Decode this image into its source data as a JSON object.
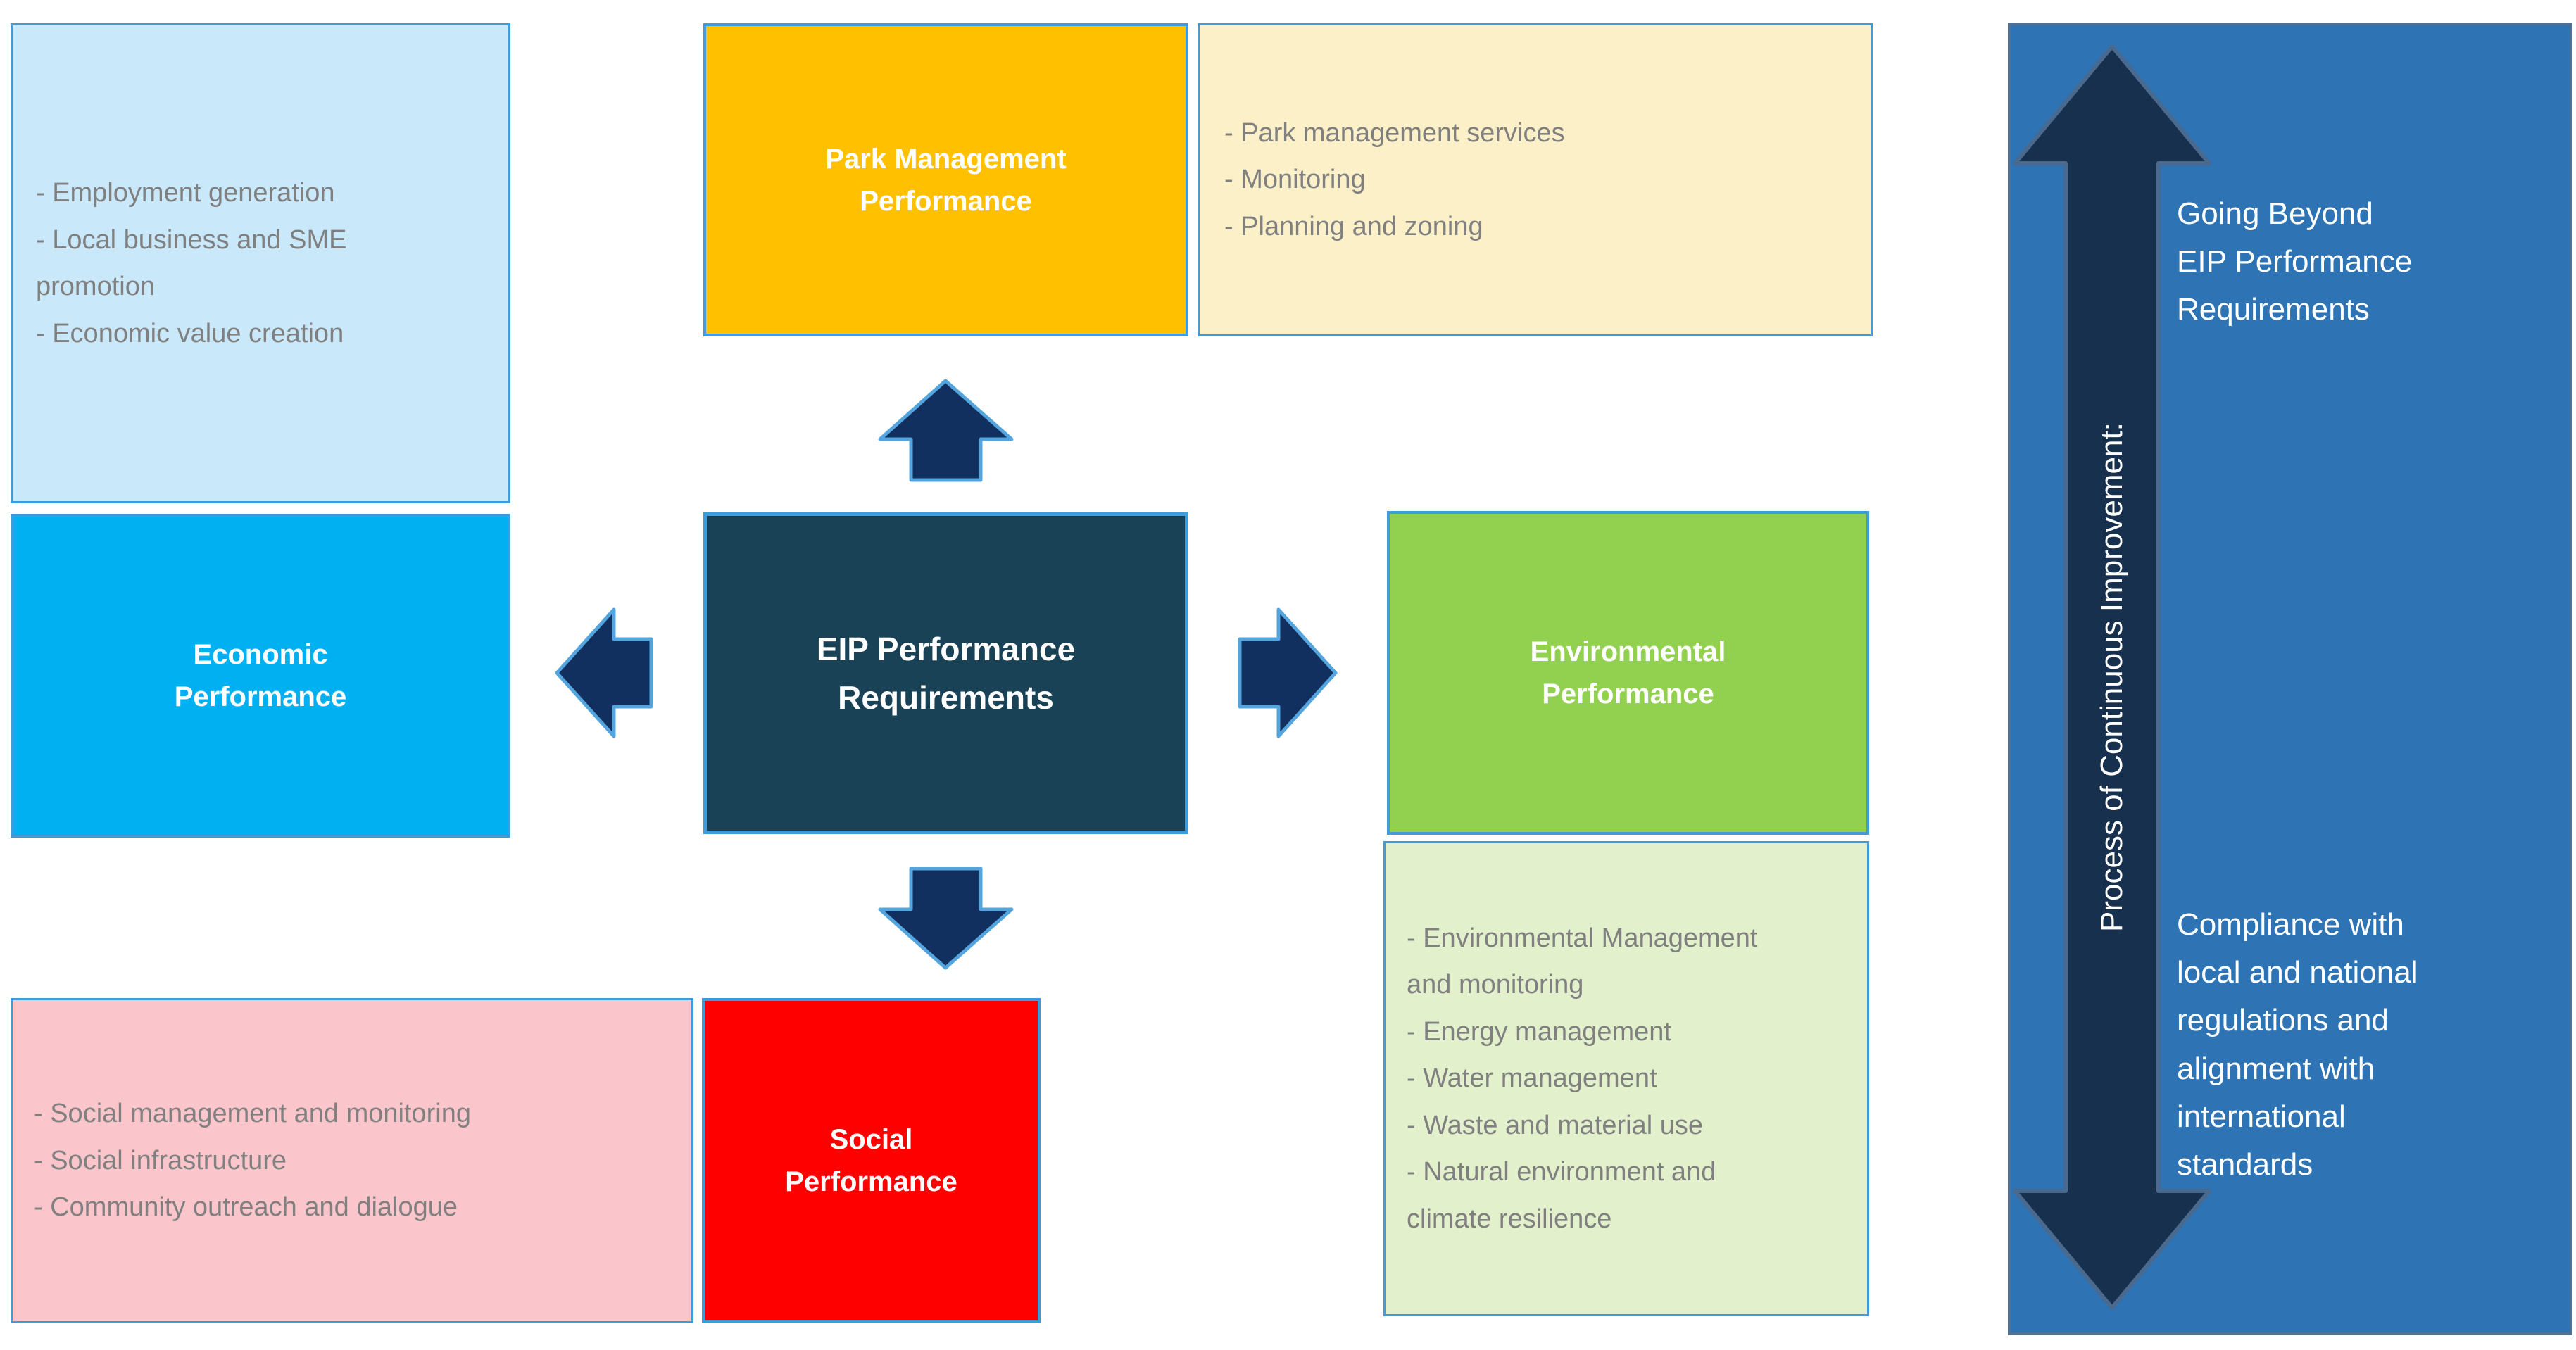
{
  "center": {
    "title": "EIP Performance Requirements"
  },
  "quadrants": {
    "park": {
      "title": "Park Management Performance",
      "details": [
        "- Park management services",
        "- Monitoring",
        "- Planning and zoning"
      ]
    },
    "economic": {
      "title": "Economic Performance",
      "details": [
        "- Employment generation",
        "- Local business and SME promotion",
        "- Economic value creation"
      ]
    },
    "environmental": {
      "title": "Environmental Performance",
      "details": [
        "- Environmental Management and monitoring",
        "- Energy management",
        "- Water management",
        "- Waste and material use",
        "- Natural environment and climate resilience"
      ]
    },
    "social": {
      "title": "Social Performance",
      "details": [
        "- Social management and monitoring",
        "- Social infrastructure",
        "- Community outreach and dialogue"
      ]
    }
  },
  "process_panel": {
    "arrow_label": "Process of Continuous Improvement:",
    "top_text": "Going Beyond\nEIP Performance\n Requirements",
    "bottom_text": "Compliance with\nlocal and national\nregulations and\nalignment with\ninternational\nstandards"
  },
  "colors": {
    "economic": "#00B0F0",
    "economic-detail": "#C9E8FA",
    "park": "#FFC000",
    "park-detail": "#FCF0C8",
    "environmental": "#92D050",
    "environmental-detail": "#E2F0CB",
    "social": "#FF0000",
    "social-detail": "#FBC6CB",
    "center": "#1A4257",
    "box-border": "#3E9CDB",
    "arrow": "#11305F",
    "arrow-outline": "#54A4DD",
    "panel": "#2E73B3",
    "panel-arrow": "#16304D",
    "detail-text": "#808080"
  }
}
